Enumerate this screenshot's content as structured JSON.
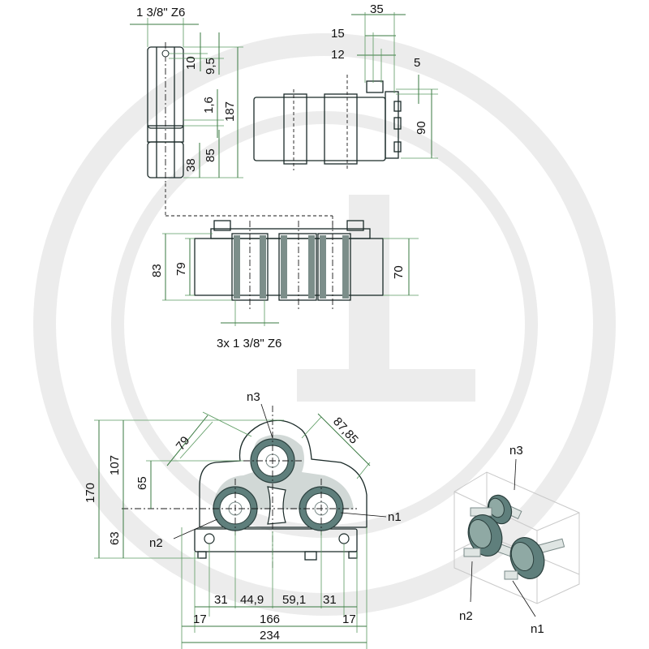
{
  "top_left_view": {
    "label_thread": "1 3/8\" Z6",
    "dims": {
      "d10": "10",
      "d9_5": "9,5",
      "d1_6": "1,6",
      "d187": "187",
      "d38": "38",
      "d85": "85"
    }
  },
  "top_right_view": {
    "dims": {
      "d35": "35",
      "d15": "15",
      "d12": "12",
      "d5": "5",
      "d90": "90"
    }
  },
  "middle_view": {
    "dims": {
      "d83": "83",
      "d79": "79",
      "d70": "70"
    },
    "label_shafts": "3x 1 3/8\" Z6"
  },
  "front_view": {
    "labels": {
      "n1": "n1",
      "n2": "n2",
      "n3": "n3"
    },
    "dims": {
      "d79": "79",
      "d87_85": "87,85",
      "d170": "170",
      "d107": "107",
      "d65": "65",
      "d63": "63",
      "d31a": "31",
      "d44_9": "44,9",
      "d59_1": "59,1",
      "d31b": "31",
      "d17a": "17",
      "d166": "166",
      "d17b": "17",
      "d234": "234"
    }
  },
  "iso_view": {
    "labels": {
      "n1": "n1",
      "n2": "n2",
      "n3": "n3"
    }
  },
  "colors": {
    "body": "#a7b5b1",
    "gear": "#5f7f7c",
    "dimension_line": "#3a7a42",
    "watermark": "#ececec"
  }
}
